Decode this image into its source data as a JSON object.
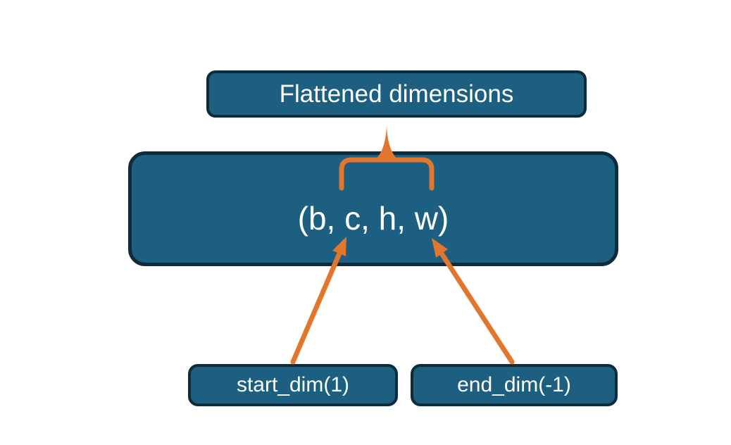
{
  "diagram": {
    "top_box": {
      "label": "Flattened dimensions"
    },
    "main_box": {
      "label": "(b, c, h, w)"
    },
    "start_box": {
      "label": "start_dim(1)"
    },
    "end_box": {
      "label": "end_dim(-1)"
    }
  },
  "colors": {
    "box_fill": "#1D5F80",
    "box_border": "#0E2A3B",
    "connector": "#E2762D",
    "text": "#FFFFFF",
    "background": "#FFFFFF"
  }
}
